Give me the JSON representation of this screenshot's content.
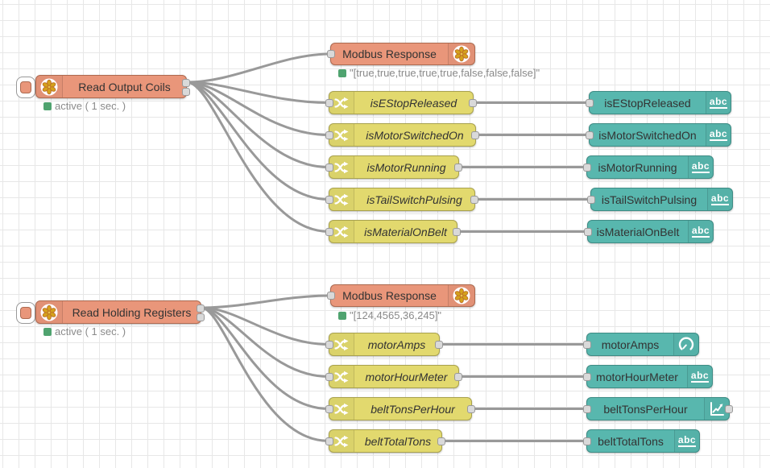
{
  "palette": {
    "modbus_fill": "#E9967A",
    "modbus_border": "#AD6A50",
    "switch_fill": "#E2D96E",
    "switch_border": "#A9A24E",
    "ui_fill": "#58B7AE",
    "ui_border": "#3E8C85",
    "status_green": "#4FA36F",
    "wire": "#999999",
    "port_fill": "#D9D9D9",
    "port_border": "#999999",
    "label_color": "#333333",
    "status_text_color": "#8A8A8A",
    "grid_line": "#E7E7E7",
    "canvas_bg": "#FFFFFF"
  },
  "icons": {
    "text_icon_label": "abc"
  },
  "nodes": {
    "read_output_coils": {
      "label": "Read Output Coils"
    },
    "modbus_response_coils": {
      "label": "Modbus Response"
    },
    "sw_is_estop_released": {
      "label": "isEStopReleased"
    },
    "sw_is_motor_switched_on": {
      "label": "isMotorSwitchedOn"
    },
    "sw_is_motor_running": {
      "label": "isMotorRunning"
    },
    "sw_is_tail_switch_pulsing": {
      "label": "isTailSwitchPulsing"
    },
    "sw_is_material_on_belt": {
      "label": "isMaterialOnBelt"
    },
    "ui_is_estop_released": {
      "label": "isEStopReleased"
    },
    "ui_is_motor_switched_on": {
      "label": "isMotorSwitchedOn"
    },
    "ui_is_motor_running": {
      "label": "isMotorRunning"
    },
    "ui_is_tail_switch_pulsing": {
      "label": "isTailSwitchPulsing"
    },
    "ui_is_material_on_belt": {
      "label": "isMaterialOnBelt"
    },
    "read_holding_registers": {
      "label": "Read Holding Registers"
    },
    "modbus_response_registers": {
      "label": "Modbus Response"
    },
    "sw_motor_amps": {
      "label": "motorAmps"
    },
    "sw_motor_hour_meter": {
      "label": "motorHourMeter"
    },
    "sw_belt_tons_per_hour": {
      "label": "beltTonsPerHour"
    },
    "sw_belt_total_tons": {
      "label": "beltTotalTons"
    },
    "ui_motor_amps": {
      "label": "motorAmps"
    },
    "ui_motor_hour_meter": {
      "label": "motorHourMeter"
    },
    "ui_belt_tons_per_hour": {
      "label": "beltTonsPerHour"
    },
    "ui_belt_total_tons": {
      "label": "beltTotalTons"
    }
  },
  "statuses": {
    "read_output_coils": "active ( 1 sec. )",
    "modbus_response_coils": "\"[true,true,true,true,true,false,false,false]\"",
    "read_holding_registers": "active ( 1 sec. )",
    "modbus_response_registers": "\"[124,4565,36,245]\""
  }
}
